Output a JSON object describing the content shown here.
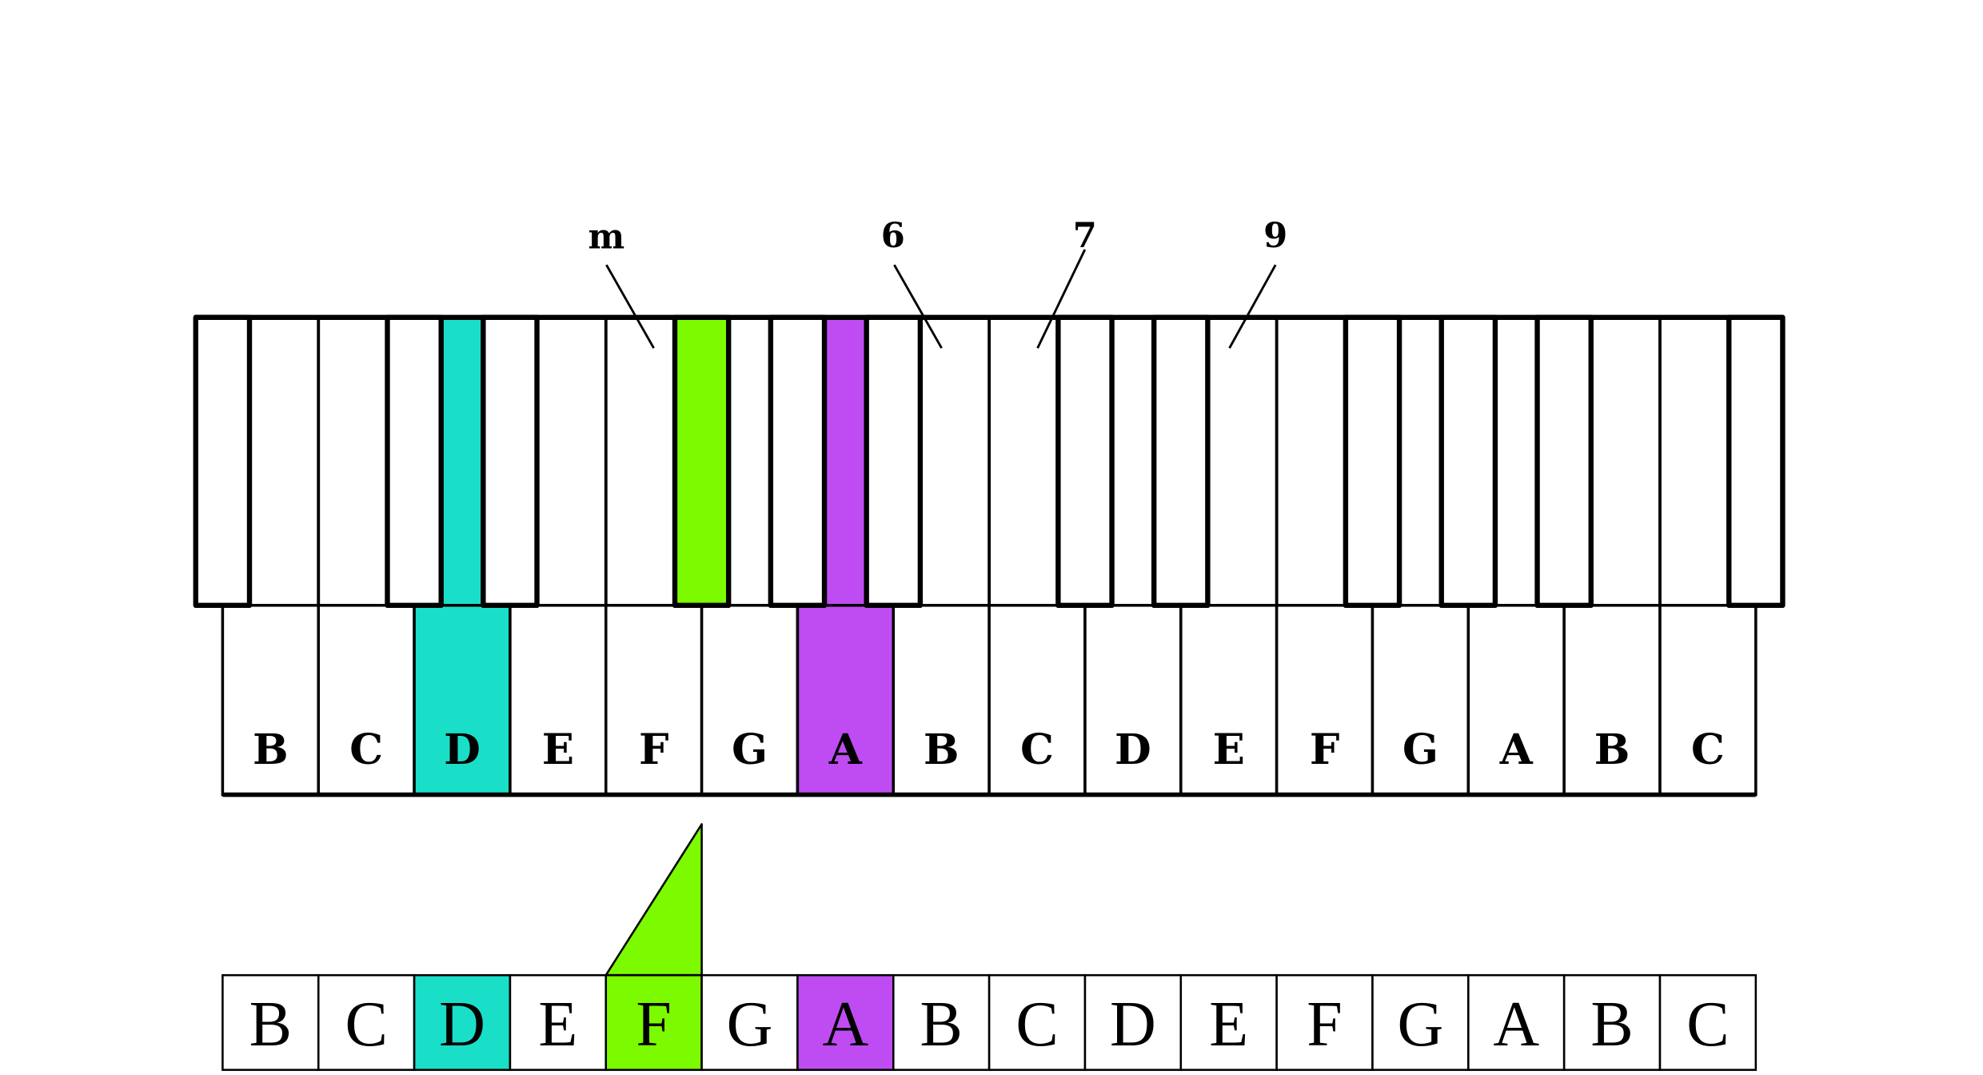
{
  "diagram": {
    "title": "Piano keyboard chord diagram",
    "colors": {
      "root": "#1ADFC8",
      "third": "#7CFA00",
      "fifth": "#BF4CF2",
      "white_key": "#FFFFFF",
      "outline": "#000000"
    },
    "keyboard": {
      "white_keys": [
        "B",
        "C",
        "D",
        "E",
        "F",
        "G",
        "A",
        "B",
        "C",
        "D",
        "E",
        "F",
        "G",
        "A",
        "B",
        "C"
      ],
      "black_keys": [
        "A#",
        "C#",
        "D#",
        "F#",
        "G#",
        "A#",
        "C#",
        "D#",
        "F#",
        "G#",
        "A#",
        "C#"
      ],
      "highlighted": [
        {
          "note": "D",
          "type": "white",
          "index": 2,
          "role": "root"
        },
        {
          "note": "F#",
          "type": "black",
          "index": 3,
          "role": "third"
        },
        {
          "note": "A",
          "type": "white",
          "index": 6,
          "role": "fifth"
        }
      ]
    },
    "annotations": [
      {
        "label": "m",
        "target": "F (white key 4)"
      },
      {
        "label": "6",
        "target": "B (white key 7)"
      },
      {
        "label": "7",
        "target": "C (white key 8)"
      },
      {
        "label": "9",
        "target": "E (white key 10)"
      }
    ],
    "note_strip": {
      "cells": [
        "B",
        "C",
        "D",
        "E",
        "F",
        "G",
        "A",
        "B",
        "C",
        "D",
        "E",
        "F",
        "G",
        "A",
        "B",
        "C"
      ],
      "highlighted": [
        {
          "index": 2,
          "role": "root"
        },
        {
          "index": 4,
          "role": "third",
          "marker": "sharp-wedge"
        },
        {
          "index": 6,
          "role": "fifth"
        }
      ]
    }
  }
}
